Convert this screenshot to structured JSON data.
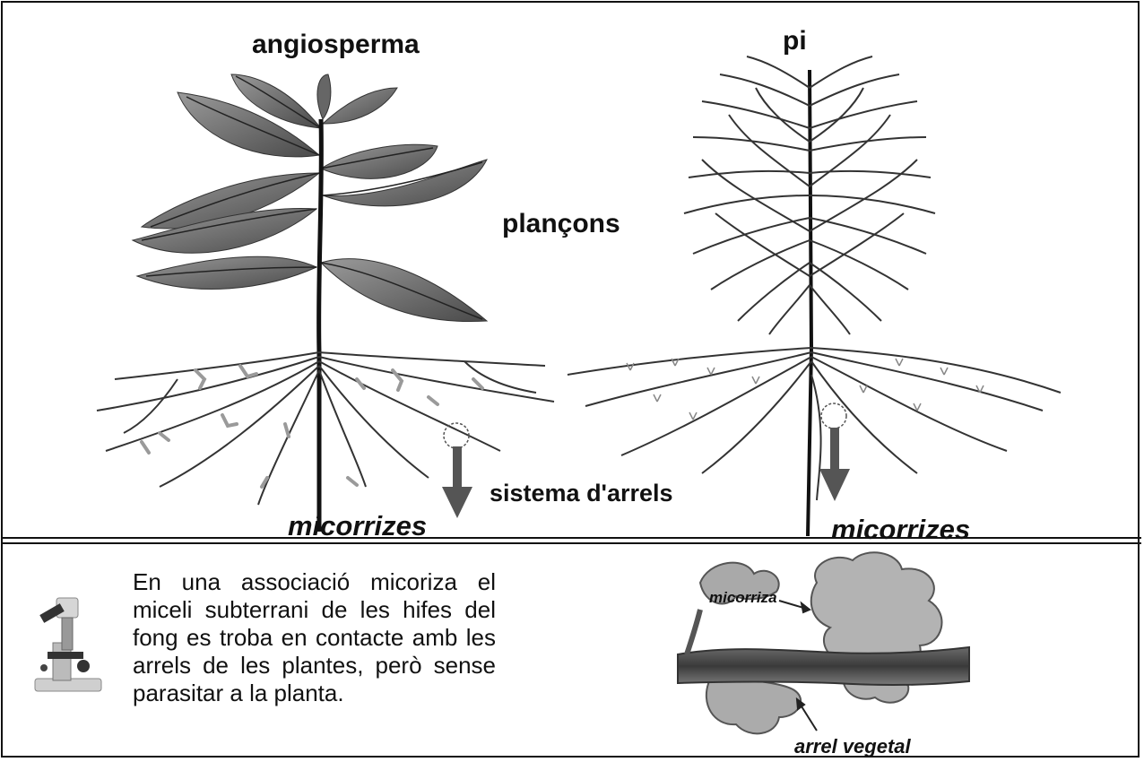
{
  "top": {
    "angiosperm_label": "angiosperma",
    "pine_label": "pi",
    "seedlings_label": "plançons",
    "root_system_label": "sistema d'arrels",
    "mycorrhiza_left_label": "micorrizes",
    "mycorrhiza_right_label": "micorrizes"
  },
  "bottom": {
    "description": "En una associació micoriza el miceli subterrani de les hifes del fong es troba en contacte amb les arrels de les plantes, però sense parasitar a la planta.",
    "photo_label_mycorrhiza": "micorriza",
    "photo_label_root": "arrel vegetal"
  },
  "icons": {
    "microscope": "microscope-icon"
  },
  "colors": {
    "leaf": "#7a7a7a",
    "leaf_dark": "#4a4a4a",
    "stem": "#111111",
    "root": "#333333",
    "hyphae": "#9a9a9a",
    "arrow": "#555555"
  }
}
